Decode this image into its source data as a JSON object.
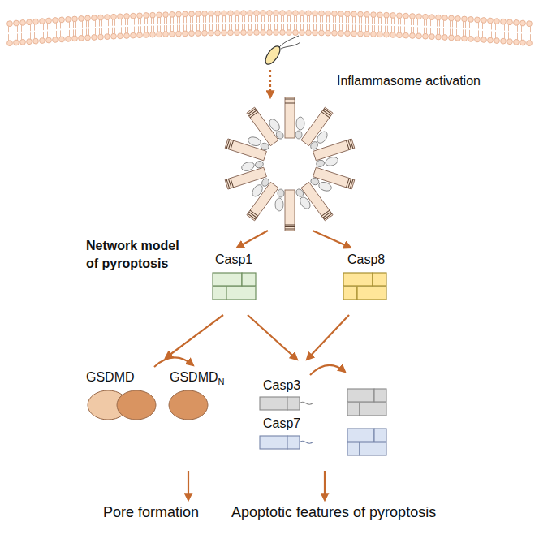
{
  "diagram": {
    "nodes": [
      {
        "text": [
          "Inflammasome activation"
        ]
      },
      {
        "text": [
          "Casp1"
        ]
      },
      {
        "text": [
          "Casp8"
        ]
      },
      {
        "text": [
          "GSDMD"
        ]
      },
      {
        "text": [
          "GSDMD",
          "N"
        ]
      },
      {
        "text": [
          "Casp3"
        ]
      },
      {
        "text": [
          "Casp7"
        ]
      },
      {
        "text": [
          "Pore formation"
        ]
      },
      {
        "text": [
          "Apoptotic features of pyroptosis"
        ]
      }
    ],
    "edges": [
      {
        "from": 0,
        "to": 1,
        "arrow": "to"
      },
      {
        "from": 0,
        "to": 2,
        "arrow": "to"
      },
      {
        "from": 1,
        "to": 3,
        "arrow": "to"
      },
      {
        "from": 1,
        "to": 5,
        "arrow": "to"
      },
      {
        "from": 2,
        "to": 5,
        "arrow": "to"
      },
      {
        "from": 4,
        "to": 7,
        "arrow": "to"
      },
      {
        "from": 6,
        "to": 8,
        "arrow": "to"
      }
    ],
    "labels": [
      "Network model of pyroptosis"
    ]
  }
}
